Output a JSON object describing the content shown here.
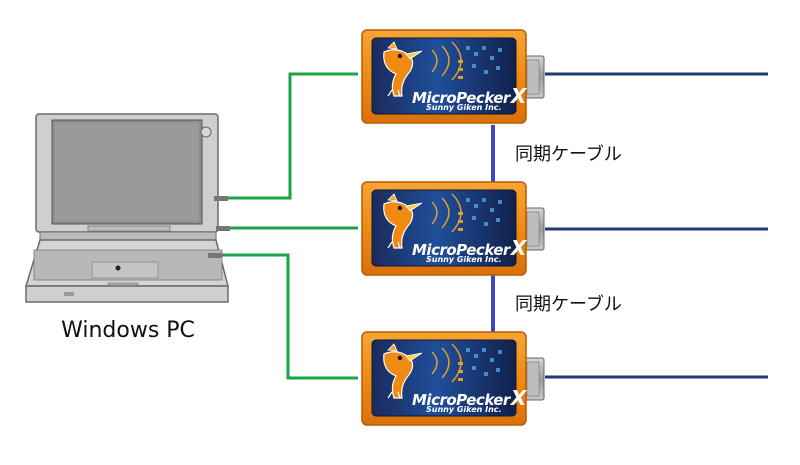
{
  "pc": {
    "label": "Windows PC"
  },
  "devices": [
    {
      "brand": "MicroPecker",
      "brand_mark": "X",
      "maker": "Sunny Giken Inc."
    },
    {
      "brand": "MicroPecker",
      "brand_mark": "X",
      "maker": "Sunny Giken Inc."
    },
    {
      "brand": "MicroPecker",
      "brand_mark": "X",
      "maker": "Sunny Giken Inc."
    }
  ],
  "sync_cables": [
    {
      "label": "同期ケーブル"
    },
    {
      "label": "同期ケーブル"
    }
  ],
  "colors": {
    "usb_cable": "#1aa14a",
    "sync_cable": "#3b46c8",
    "bus_line": "#1f3a6e",
    "device_body": "#f08a12",
    "device_panel": "#1d2f6b"
  }
}
